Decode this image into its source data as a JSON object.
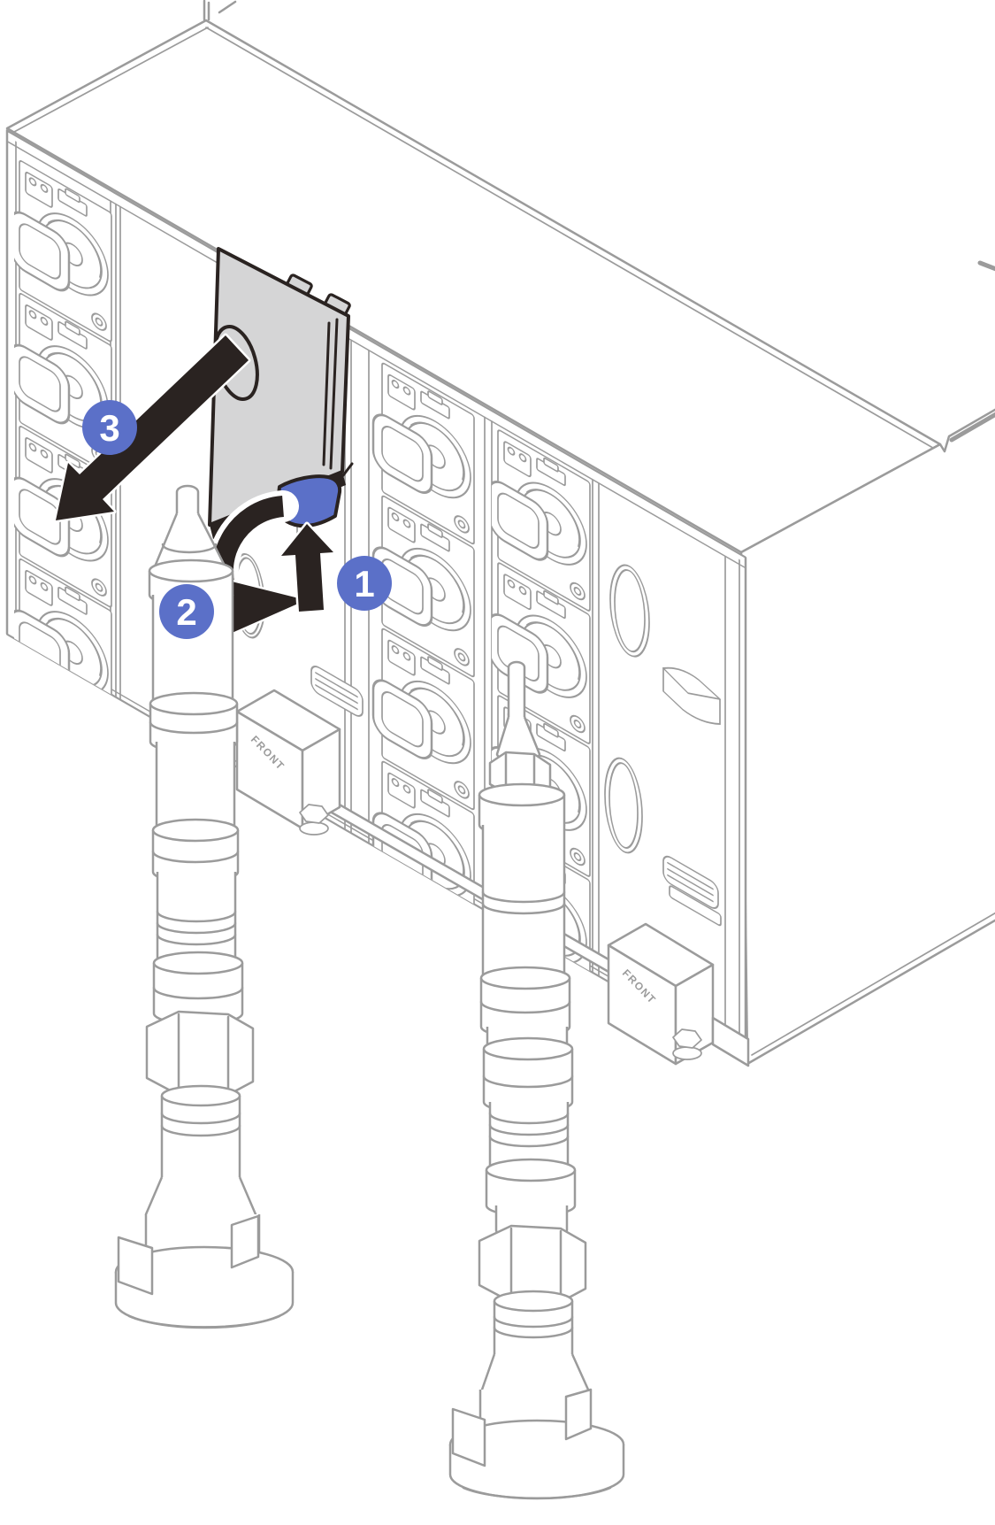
{
  "figure": {
    "description": "Line-art hardware illustration: removing the filler cover from the rear of a rack enclosure next to two cooling-manifold pipe assemblies",
    "background": "#ffffff"
  },
  "palette": {
    "line_gray": "#9b9b9b",
    "detail_dark": "#2a2321",
    "cover_gray": "#d5d5d6",
    "callout_blue": "#5b70c8",
    "callout_number_color": "#ffffff"
  },
  "callouts": [
    {
      "number": "1",
      "icon": "up-arrow-icon"
    },
    {
      "number": "2",
      "icon": "rotate-arrow-icon"
    },
    {
      "number": "3",
      "icon": "diagonal-remove-arrow-icon"
    }
  ],
  "labels": {
    "front_marking": "FRONT"
  }
}
